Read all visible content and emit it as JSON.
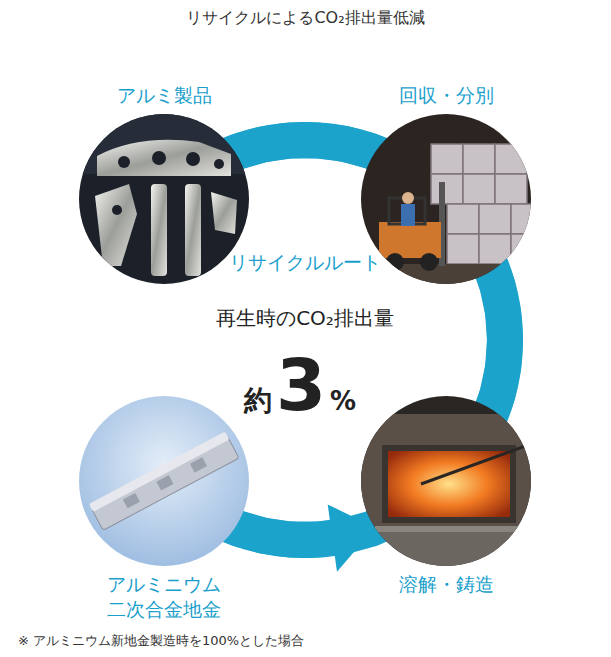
{
  "diagram": {
    "title": "リサイクルによるCO₂排出量低減",
    "caption": "※ アルミニウム新地金製造時を100%とした場合",
    "nodes": [
      {
        "text": [
          "アルミ製品"
        ]
      },
      {
        "text": [
          "回収・分別"
        ]
      },
      {
        "text": [
          "アルミニウム 二次合金地金"
        ]
      },
      {
        "text": [
          "溶解・鋳造"
        ]
      }
    ],
    "edges": [
      {
        "from": 0,
        "to": 1,
        "arrow": "none"
      },
      {
        "from": 1,
        "to": 3,
        "arrow": "none"
      },
      {
        "from": 2,
        "to": 3,
        "arrow": "to"
      },
      {
        "from": 0,
        "to": 2,
        "arrow": "none"
      }
    ],
    "labels": [
      "リサイクルルート",
      "再生時のCO₂排出量",
      "約",
      "3",
      "%"
    ]
  }
}
